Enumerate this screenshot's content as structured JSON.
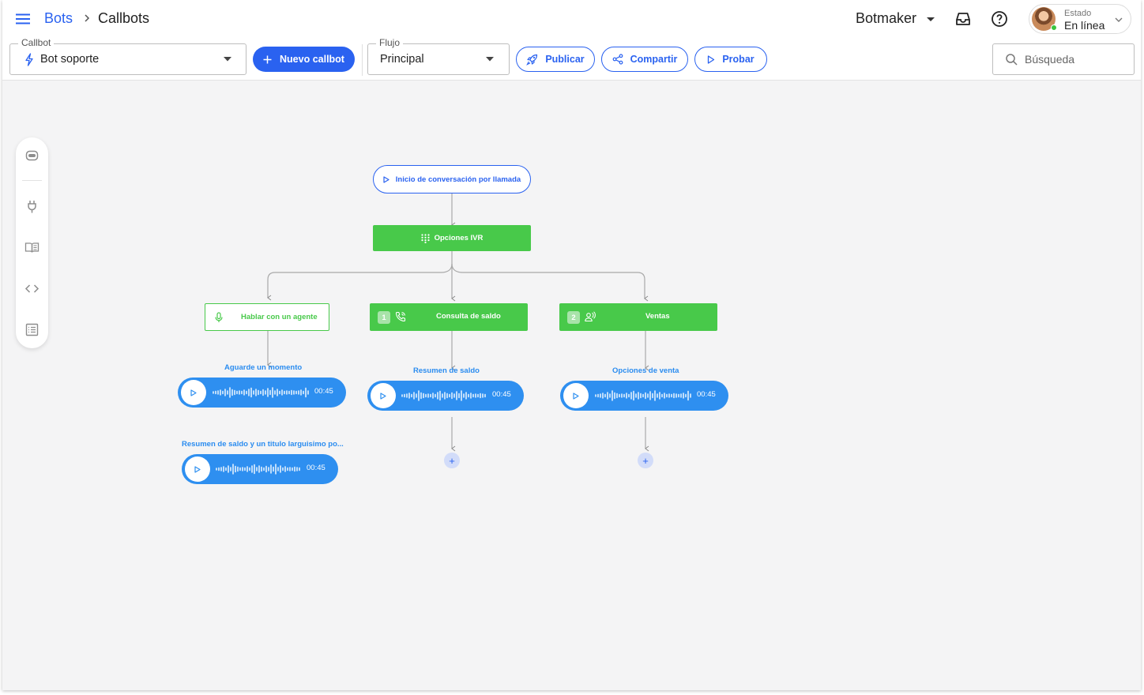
{
  "header": {
    "breadcrumb_root": "Bots",
    "breadcrumb_current": "Callbots",
    "workspace": "Botmaker",
    "status_label": "Estado",
    "status_value": "En línea"
  },
  "toolbar": {
    "callbot_label": "Callbot",
    "callbot_value": "Bot soporte",
    "new_callbot_label": "Nuevo callbot",
    "flow_label": "Flujo",
    "flow_value": "Principal",
    "publish_label": "Publicar",
    "share_label": "Compartir",
    "test_label": "Probar",
    "search_placeholder": "Búsqueda"
  },
  "sidepanel": {
    "icons": [
      "bot-icon",
      "plug-icon",
      "book-icon",
      "code-icon",
      "list-icon"
    ]
  },
  "flow": {
    "start_label": "Inicio de conversación por llamada",
    "ivr_label": "Opciones IVR",
    "branches": [
      {
        "label": "Hablar con un agente",
        "badge": "",
        "audios": [
          {
            "title": "Aguarde un momento",
            "duration": "00:45"
          },
          {
            "title": "Resumen de saldo y un titulo larguisimo po...",
            "duration": "00:45"
          }
        ]
      },
      {
        "label": "Consulta de saldo",
        "badge": "1",
        "audios": [
          {
            "title": "Resumen de saldo",
            "duration": "00:45"
          }
        ],
        "add": "+"
      },
      {
        "label": "Ventas",
        "badge": "2",
        "audios": [
          {
            "title": "Opciones de venta",
            "duration": "00:45"
          }
        ],
        "add": "+"
      }
    ]
  },
  "colors": {
    "primary": "#2a62f0",
    "green": "#48c94a",
    "audio": "#2e8ff0",
    "canvas": "#f4f4f5"
  }
}
